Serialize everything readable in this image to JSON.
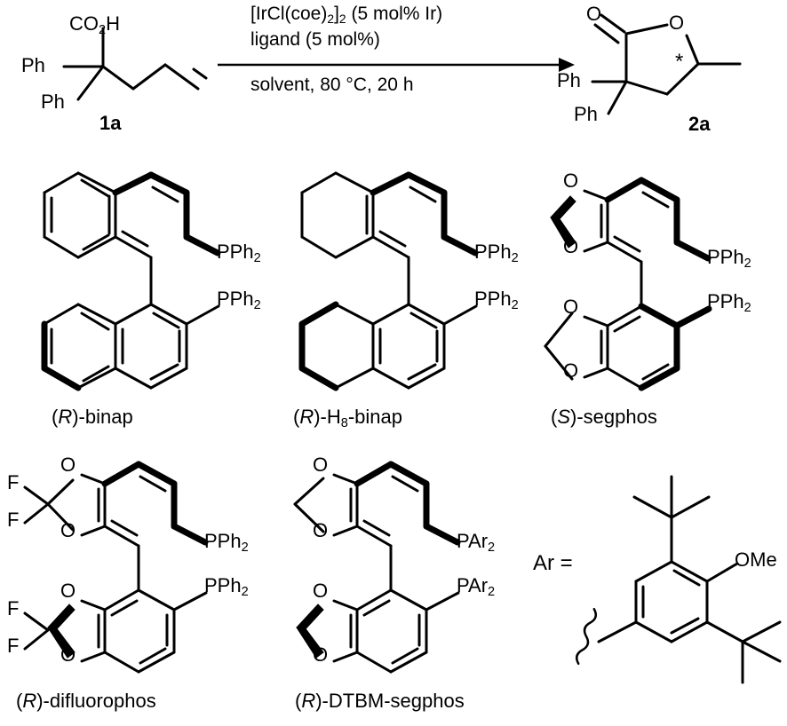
{
  "scheme": {
    "substrate": {
      "id_label": "1a",
      "atoms": [
        {
          "text": "CO",
          "sub": "2",
          "tail": "H"
        },
        {
          "text": "Ph"
        },
        {
          "text": "Ph"
        }
      ],
      "co2h_label": "CO",
      "co2h_sub": "2",
      "co2h_tail": "H",
      "ph_top": "Ph",
      "ph_bottom": "Ph"
    },
    "conditions": {
      "line1_a": "[IrCl(coe)",
      "line1_sub1": "2",
      "line1_b": "]",
      "line1_sub2": "2",
      "line1_c": " (5 mol% Ir)",
      "line2": "ligand (5 mol%)",
      "line3": "solvent, 80 °C, 20 h"
    },
    "product": {
      "id_label": "2a",
      "o_carbonyl": "O",
      "o_ring": "O",
      "ph_top": "Ph",
      "ph_bottom": "Ph",
      "stereo_marker": "*"
    }
  },
  "ligands": [
    {
      "name": "binap",
      "caption_prefix": "(",
      "caption_descriptor": "R",
      "caption_suffix": ")-binap",
      "p_labels": [
        "PPh",
        "PPh"
      ],
      "p_sub": "2"
    },
    {
      "name": "h8-binap",
      "caption_prefix": "(",
      "caption_descriptor": "R",
      "caption_mid": ")-H",
      "caption_sub": "8",
      "caption_suffix": "-binap",
      "p_labels": [
        "PPh",
        "PPh"
      ],
      "p_sub": "2"
    },
    {
      "name": "segphos",
      "caption_prefix": "(",
      "caption_descriptor": "S",
      "caption_suffix": ")-segphos",
      "p_labels": [
        "PPh",
        "PPh"
      ],
      "p_sub": "2",
      "o_labels": [
        "O",
        "O",
        "O",
        "O"
      ]
    },
    {
      "name": "difluorophos",
      "caption_prefix": "(",
      "caption_descriptor": "R",
      "caption_suffix": ")-difluorophos",
      "p_labels": [
        "PPh",
        "PPh"
      ],
      "p_sub": "2",
      "o_labels": [
        "O",
        "O",
        "O",
        "O"
      ],
      "f_labels": [
        "F",
        "F",
        "F",
        "F"
      ]
    },
    {
      "name": "dtbm-segphos",
      "caption_prefix": "(",
      "caption_descriptor": "R",
      "caption_suffix": ")-DTBM-segphos",
      "p_labels": [
        "PAr",
        "PAr"
      ],
      "p_sub": "2",
      "o_labels": [
        "O",
        "O",
        "O",
        "O"
      ]
    }
  ],
  "ar_definition": {
    "label": "Ar =",
    "ome_label": "OMe"
  },
  "colors": {
    "ink": "#000000",
    "background": "#ffffff"
  }
}
